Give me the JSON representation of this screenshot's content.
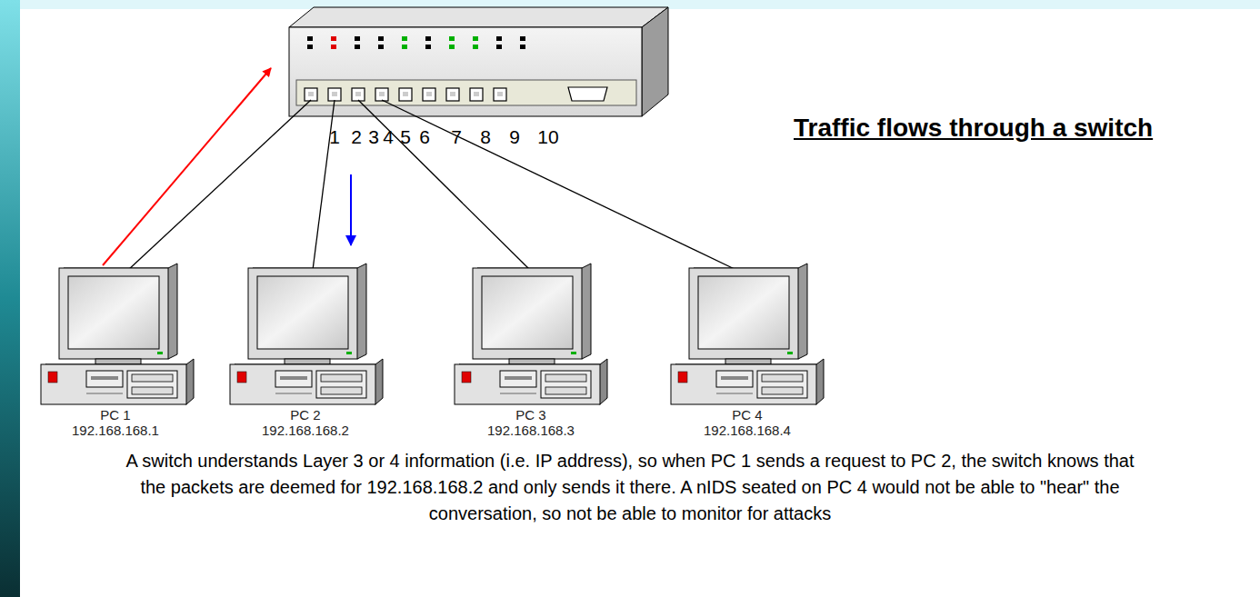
{
  "diagram": {
    "title": "Traffic flows through a switch",
    "caption": "A switch understands Layer 3 or 4 information (i.e. IP address), so when PC 1 sends a request to PC 2, the switch knows that the packets are deemed for 192.168.168.2 and only sends it there. A nIDS seated on PC 4 would not be able to \"hear\" the conversation, so not be able to monitor for attacks",
    "nodes": [
      {
        "text": [
          "PC 1",
          "192.168.168.1"
        ]
      },
      {
        "text": [
          "PC 2",
          "192.168.168.2"
        ]
      },
      {
        "text": [
          "PC 3",
          "192.168.168.3"
        ]
      },
      {
        "text": [
          "PC 4",
          "192.168.168.4"
        ]
      }
    ],
    "labels": [
      "1",
      "2",
      "3",
      "4",
      "5",
      "6",
      "7",
      "8",
      "9",
      "10"
    ]
  }
}
